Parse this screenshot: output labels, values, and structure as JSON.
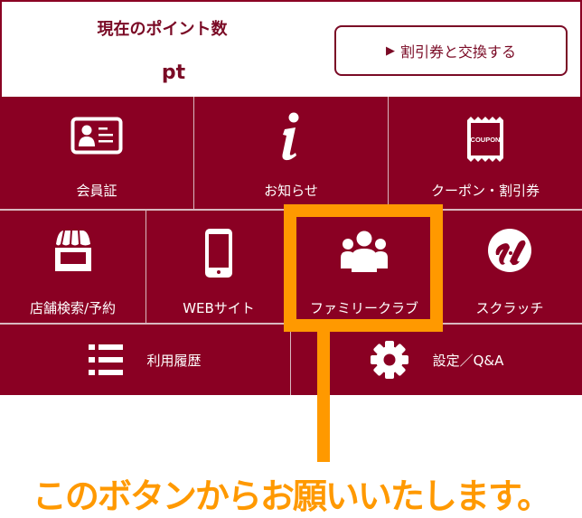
{
  "header": {
    "points_label": "現在のポイント数",
    "points_value": "",
    "points_unit": "pt",
    "exchange_button": {
      "icon": "play-triangle-icon",
      "label": "割引券と交換する"
    }
  },
  "colors": {
    "brand": "#8a0023",
    "text_brand": "#7a0a25",
    "callout": "#ff9900",
    "divider": "#d9b8c0"
  },
  "menu": {
    "row1": [
      {
        "label": "会員証",
        "icon": "member-card-icon"
      },
      {
        "label": "お知らせ",
        "icon": "info-icon"
      },
      {
        "label": "クーポン・割引券",
        "icon": "coupon-icon",
        "icon_text": "COUPON"
      }
    ],
    "row2": [
      {
        "label": "店舗検索/予約",
        "icon": "store-icon"
      },
      {
        "label": "WEBサイト",
        "icon": "smartphone-icon"
      },
      {
        "label": "ファミリークラブ",
        "icon": "family-group-icon"
      },
      {
        "label": "スクラッチ",
        "icon": "scratch-logo-icon"
      }
    ],
    "row3": [
      {
        "label": "利用履歴",
        "icon": "list-icon"
      },
      {
        "label": "設定／Q&A",
        "icon": "gear-icon"
      }
    ]
  },
  "callout": {
    "highlighted_item": "ファミリークラブ",
    "text": "このボタンからお願いいたします。"
  }
}
